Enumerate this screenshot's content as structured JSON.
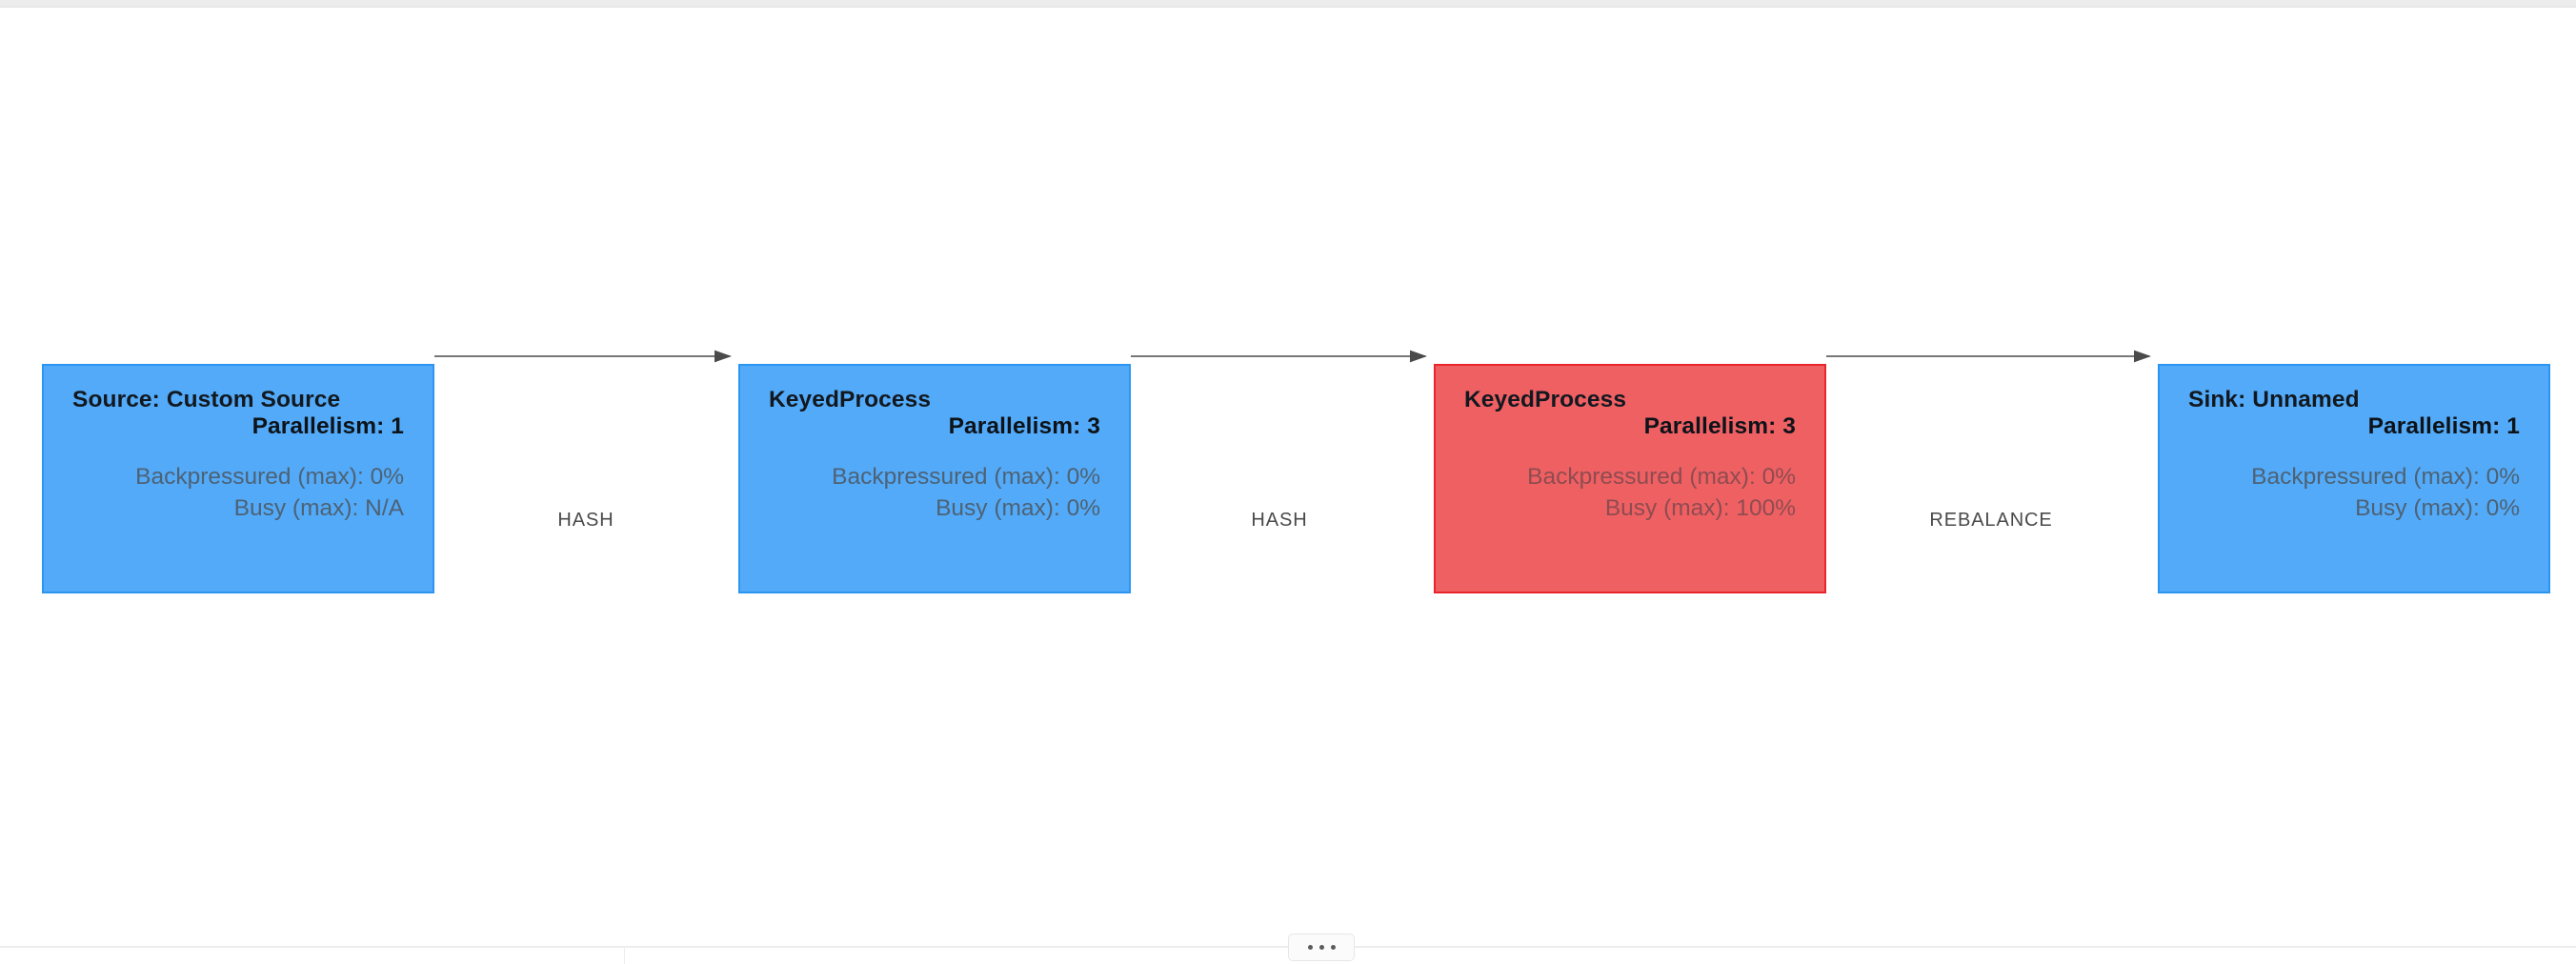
{
  "canvas": {
    "background": "#ffffff",
    "top_strip_color": "#ececec"
  },
  "colors": {
    "node_blue_fill": "#53aaf8",
    "node_blue_border": "#2b96f2",
    "node_red_fill": "#ef6063",
    "node_red_border": "#e8252c",
    "edge_stroke": "#777777",
    "metric_text_blue": "#4d6275",
    "metric_text_red": "#8e4c50",
    "title_text": "#12181f",
    "edge_label_text": "#4a4a4a"
  },
  "graph": {
    "type": "flink-job-graph",
    "nodes": [
      {
        "id": "source",
        "title": "Source: Custom Source",
        "parallelism_label": "Parallelism: 1",
        "parallelism": 1,
        "backpressure_label": "Backpressured (max): 0%",
        "backpressure": "0%",
        "busy_label": "Busy (max): N/A",
        "busy": "N/A",
        "state": "normal",
        "color": "blue"
      },
      {
        "id": "keyedprocess-1",
        "title": "KeyedProcess",
        "parallelism_label": "Parallelism: 3",
        "parallelism": 3,
        "backpressure_label": "Backpressured (max): 0%",
        "backpressure": "0%",
        "busy_label": "Busy (max): 0%",
        "busy": "0%",
        "state": "normal",
        "color": "blue"
      },
      {
        "id": "keyedprocess-2",
        "title": "KeyedProcess",
        "parallelism_label": "Parallelism: 3",
        "parallelism": 3,
        "backpressure_label": "Backpressured (max): 0%",
        "backpressure": "0%",
        "busy_label": "Busy (max): 100%",
        "busy": "100%",
        "state": "busy",
        "color": "red"
      },
      {
        "id": "sink",
        "title": "Sink: Unnamed",
        "parallelism_label": "Parallelism: 1",
        "parallelism": 1,
        "backpressure_label": "Backpressured (max): 0%",
        "backpressure": "0%",
        "busy_label": "Busy (max): 0%",
        "busy": "0%",
        "state": "normal",
        "color": "blue"
      }
    ],
    "edges": [
      {
        "id": "edge-1",
        "from": "source",
        "to": "keyedprocess-1",
        "label": "HASH"
      },
      {
        "id": "edge-2",
        "from": "keyedprocess-1",
        "to": "keyedprocess-2",
        "label": "HASH"
      },
      {
        "id": "edge-3",
        "from": "keyedprocess-2",
        "to": "sink",
        "label": "REBALANCE"
      }
    ]
  },
  "bottom_panel": {
    "drag_handle_icon": "ellipsis-horizontal-icon",
    "dots": [
      "dot",
      "dot",
      "dot"
    ]
  }
}
